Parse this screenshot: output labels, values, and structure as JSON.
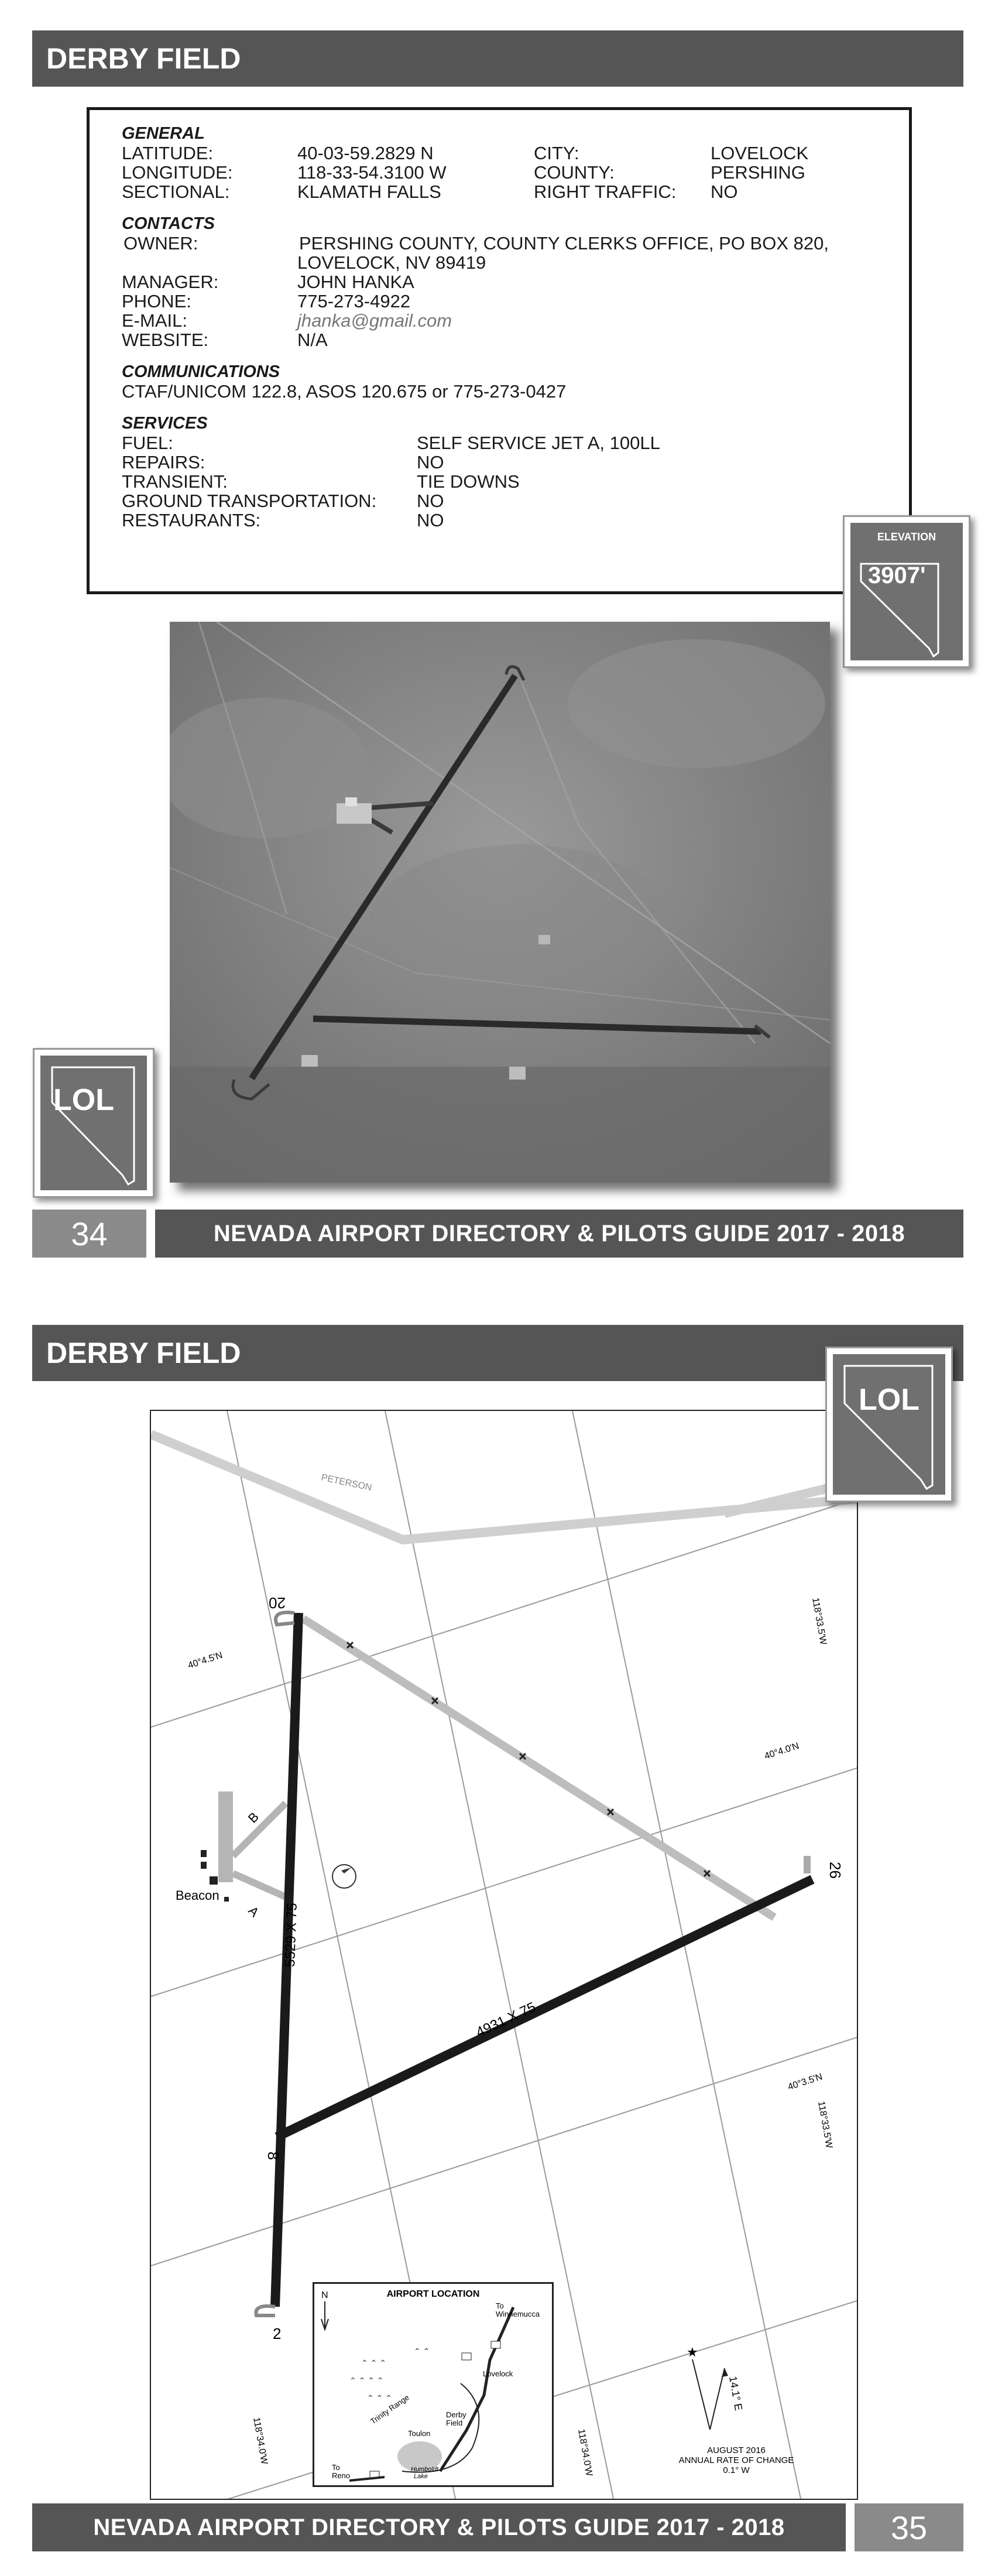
{
  "page1": {
    "title": "DERBY FIELD",
    "general": {
      "heading": "GENERAL",
      "latitude_label": "LATITUDE:",
      "latitude": "40-03-59.2829 N",
      "longitude_label": "LONGITUDE:",
      "longitude": "118-33-54.3100 W",
      "sectional_label": "SECTIONAL:",
      "sectional": "KLAMATH FALLS",
      "city_label": "CITY:",
      "city": "LOVELOCK",
      "county_label": "COUNTY:",
      "county": "PERSHING",
      "right_traffic_label": "RIGHT TRAFFIC:",
      "right_traffic": "NO"
    },
    "contacts": {
      "heading": "CONTACTS",
      "owner_label": "OWNER:",
      "owner_line1": "PERSHING COUNTY, COUNTY CLERKS OFFICE, PO BOX 820,",
      "owner_line2": "LOVELOCK, NV 89419",
      "manager_label": "MANAGER:",
      "manager": "JOHN HANKA",
      "phone_label": "PHONE:",
      "phone": "775-273-4922",
      "email_label": "E-MAIL:",
      "email": "jhanka@gmail.com",
      "website_label": "WEBSITE:",
      "website": "N/A"
    },
    "communications": {
      "heading": "COMMUNICATIONS",
      "text": "CTAF/UNICOM 122.8, ASOS 120.675 or 775-273-0427"
    },
    "services": {
      "heading": "SERVICES",
      "fuel_label": "FUEL:",
      "fuel": "SELF SERVICE JET A, 100LL",
      "repairs_label": "REPAIRS:",
      "repairs": "NO",
      "transient_label": "TRANSIENT:",
      "transient": "TIE DOWNS",
      "ground_label": "GROUND TRANSPORTATION:",
      "ground": "NO",
      "restaurants_label": "RESTAURANTS:",
      "restaurants": "NO"
    },
    "elevation_label": "ELEVATION",
    "elevation_value": "3907'",
    "airport_code": "LOL",
    "page_number": "34",
    "footer_text": "NEVADA AIRPORT DIRECTORY & PILOTS GUIDE 2017 - 2018"
  },
  "page2": {
    "title": "DERBY FIELD",
    "airport_code": "LOL",
    "page_number": "35",
    "footer_text": "NEVADA AIRPORT DIRECTORY & PILOTS GUIDE 2017 - 2018",
    "diagram": {
      "road_label": "PETERSON",
      "runway_20": "20",
      "runway_2": "2",
      "runway_26": "26",
      "runway_8": "8",
      "runway_2_20_dims": "5529 X 75",
      "runway_8_26_dims": "4931 X 75",
      "taxiway_b": "B",
      "taxiway_a": "A",
      "beacon_label": "Beacon",
      "lat_1": "40°4.5'N",
      "lat_2": "40°4.0'N",
      "lat_3": "40°3.5'N",
      "lon_1": "118°33.5'W",
      "lon_2": "118°33.5'W",
      "lon_3": "118°34.0'W",
      "lon_4": "118°34.0'W",
      "magvar": "14.1° E",
      "magvar_note_1": "AUGUST 2016",
      "magvar_note_2": "ANNUAL RATE OF CHANGE",
      "magvar_note_3": "0.1° W",
      "inset": {
        "title": "AIRPORT LOCATION",
        "north": "N",
        "to_winnemucca_1": "To",
        "to_winnemucca_2": "Winnemucca",
        "lovelock": "Lovelock",
        "derby_1": "Derby",
        "derby_2": "Field",
        "trinity": "Trinity Range",
        "toulon": "Toulon",
        "humboldt_1": "Humboldt",
        "humboldt_2": "Lake",
        "to_reno_1": "To",
        "to_reno_2": "Reno"
      }
    }
  },
  "colors": {
    "header": "#555555",
    "badge": "#707070",
    "page_number_bg": "#8a8a8a"
  }
}
